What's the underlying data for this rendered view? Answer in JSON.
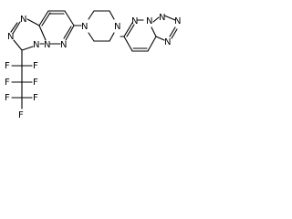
{
  "diagram": {
    "type": "chemical-structure",
    "atom_labels": {
      "n": "N",
      "f": "F"
    },
    "colors": {
      "bond": "#000000",
      "label": "#000000",
      "background": "#ffffff"
    }
  }
}
